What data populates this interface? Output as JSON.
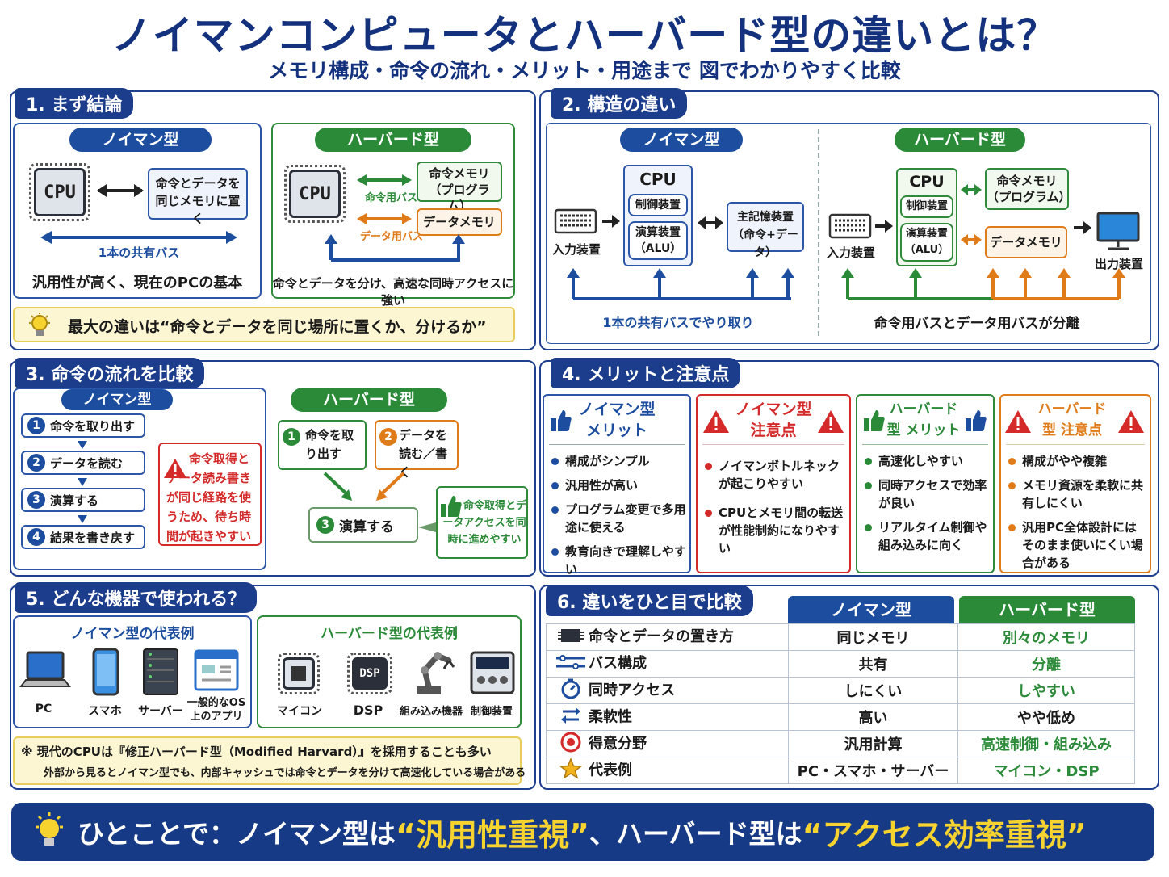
{
  "title": "ノイマンコンピュータとハーバード型の違いとは？",
  "subtitle": "メモリ構成・命令の流れ・メリット・用途まで 図でわかりやすく比較",
  "labels": {
    "neumann": "ノイマン型",
    "harvard": "ハーバード型",
    "cpu": "CPU"
  },
  "s1": {
    "heading": "1. まず結論",
    "n_mem": "命令とデータを同じメモリに置く",
    "n_bus": "1本の共有バス",
    "n_desc": "汎用性が高く、現在のPCの基本",
    "h_inst": "命令メモリ（プログラム）",
    "h_data": "データメモリ",
    "h_inst_bus": "命令用バス",
    "h_data_bus": "データ用バス",
    "h_desc": "命令とデータを分け、高速な同時アクセスに強い",
    "tip": "最大の違いは“命令とデータを同じ場所に置くか、分けるか”"
  },
  "s2": {
    "heading": "2. 構造の違い",
    "input": "入力装置",
    "output": "出力装置",
    "control": "制御装置",
    "alu": "演算装置（ALU）",
    "main_mem": "主記憶装置（命令+データ）",
    "inst_mem": "命令メモリ（プログラム）",
    "data_mem": "データメモリ",
    "n_bus": "1本の共有バスでやり取り",
    "h_bus": "命令用バスとデータ用バスが分離"
  },
  "s3": {
    "heading": "3. 命令の流れを比較",
    "n_steps": [
      "命令を取り出す",
      "データを読む",
      "演算する",
      "結果を書き戻す"
    ],
    "n_warn": "命令取得とデータ読み書きが同じ経路を使うため、待ち時間が起きやすい",
    "h_step1": "命令を取り出す",
    "h_step2": "データを読む／書く",
    "h_step3": "演算する",
    "h_note": "命令取得とデータアクセスを同時に進めやすい"
  },
  "s4": {
    "heading": "4. メリットと注意点",
    "n_merit_title": "ノイマン型 メリット",
    "n_caution_title": "ノイマン型 注意点",
    "h_merit_title": "ハーバード型 メリット",
    "h_caution_title": "ハーバード型 注意点",
    "n_merits": [
      "構成がシンプル",
      "汎用性が高い",
      "プログラム変更で多用途に使える",
      "教育向きで理解しやすい"
    ],
    "n_cautions": [
      "ノイマンボトルネックが起こりやすい",
      "CPUとメモリ間の転送が性能制約になりやすい"
    ],
    "h_merits": [
      "高速化しやすい",
      "同時アクセスで効率が良い",
      "リアルタイム制御や組み込みに向く"
    ],
    "h_cautions": [
      "構成がやや複雑",
      "メモリ資源を柔軟に共有しにくい",
      "汎用PC全体設計にはそのまま使いにくい場合がある"
    ]
  },
  "s5": {
    "heading": "5. どんな機器で使われる？",
    "n_title": "ノイマン型の代表例",
    "h_title": "ハーバード型の代表例",
    "n_devices": [
      "PC",
      "スマホ",
      "サーバー",
      "一般的なOS上のアプリ"
    ],
    "h_devices": [
      "マイコン",
      "DSP",
      "組み込み機器",
      "制御装置"
    ],
    "note1": "※ 現代のCPUは『修正ハーバード型（Modified Harvard）』を採用することも多い",
    "note2": "外部から見るとノイマン型でも、内部キャッシュでは命令とデータを分けて高速化している場合がある"
  },
  "s6": {
    "heading": "6. 違いをひと目で比較",
    "rows": [
      {
        "item": "命令とデータの置き方",
        "neumann": "同じメモリ",
        "harvard": "別々のメモリ"
      },
      {
        "item": "バス構成",
        "neumann": "共有",
        "harvard": "分離"
      },
      {
        "item": "同時アクセス",
        "neumann": "しにくい",
        "harvard": "しやすい"
      },
      {
        "item": "柔軟性",
        "neumann": "高い",
        "harvard": "やや低め"
      },
      {
        "item": "得意分野",
        "neumann": "汎用計算",
        "harvard": "高速制御・組み込み"
      },
      {
        "item": "代表例",
        "neumann": "PC・スマホ・サーバー",
        "harvard": "マイコン・DSP"
      }
    ]
  },
  "summary": {
    "lead": "ひとことで：",
    "n": "ノイマン型は",
    "n_q": "“汎用性重視”",
    "sep": "、",
    "h": "ハーバード型は",
    "h_q": "“アクセス効率重視”"
  },
  "colors": {
    "navy": "#13317d",
    "blue": "#1c4d9e",
    "green": "#2a8a38",
    "orange": "#e07b1a",
    "red": "#d42a2a",
    "yellow": "#f7d330"
  }
}
